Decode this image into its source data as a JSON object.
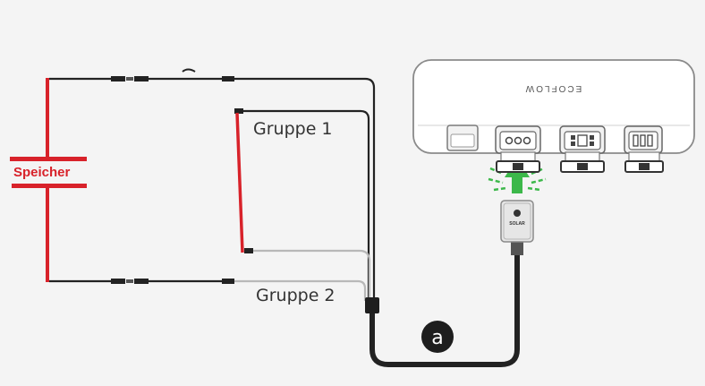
{
  "labels": {
    "storage": "Speicher",
    "group1": "Gruppe 1",
    "group2": "Gruppe 2",
    "badge": "a",
    "brand": "ECOFLOW",
    "connector": "SOLAR"
  },
  "colors": {
    "battery": "#d8222a",
    "cable": "#222222",
    "cable_gray": "#b8b8b8",
    "arrow": "#3cb84a",
    "device_body": "#ffffff",
    "device_outline": "#8a8a8a"
  },
  "icons": {
    "battery": "battery-symbol-icon",
    "arrow": "arrow-up-icon",
    "connector": "solar-connector-icon"
  }
}
